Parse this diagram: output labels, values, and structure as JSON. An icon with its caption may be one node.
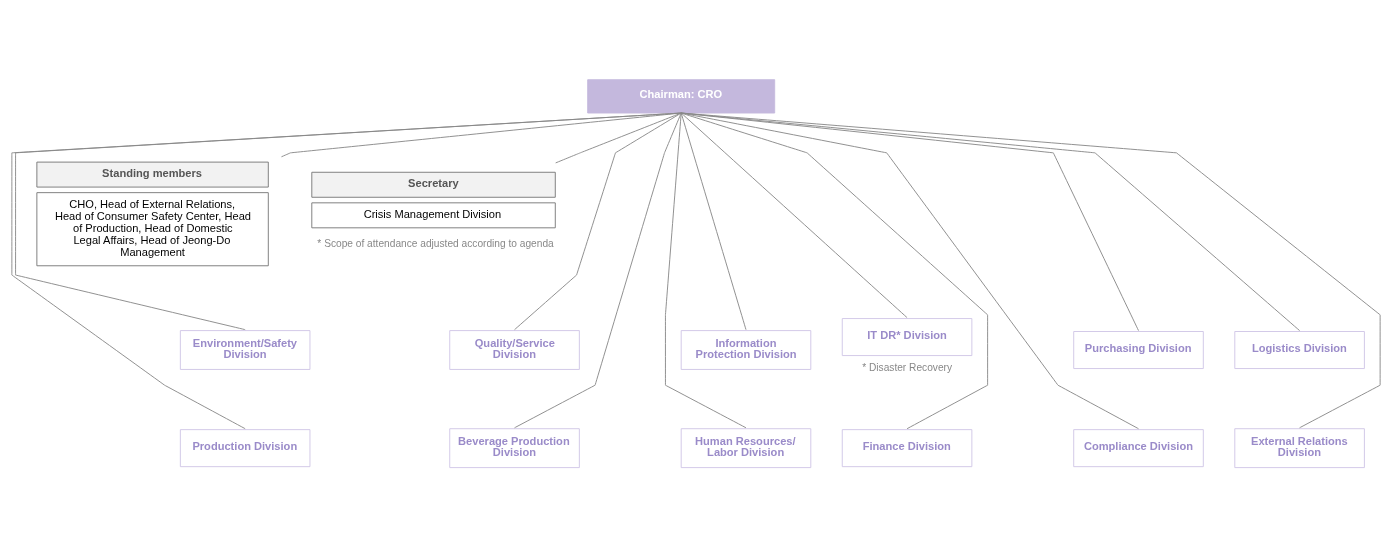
{
  "diagram": {
    "nodes": [
      {
        "text": [
          "Chairman: CRO"
        ]
      },
      {
        "text": [
          "Standing members",
          "CHO, Head of External Relations, Head of Consumer Safety Center, Head of Production, Head of Domestic Legal Affairs, Head of Jeong-Do Management"
        ]
      },
      {
        "text": [
          "Secretary",
          "Crisis Management Division"
        ],
        "beside": [
          "* Scope of attendance adjusted according to agenda"
        ]
      },
      {
        "text": [
          "Environment/Safety Division"
        ]
      },
      {
        "text": [
          "Quality/Service Division"
        ]
      },
      {
        "text": [
          "Information Protection Division"
        ]
      },
      {
        "text": [
          "IT DR* Division"
        ],
        "beside": [
          "* Disaster Recovery"
        ]
      },
      {
        "text": [
          "Purchasing Division"
        ]
      },
      {
        "text": [
          "Logistics Division"
        ]
      },
      {
        "text": [
          "Production Division"
        ]
      },
      {
        "text": [
          "Beverage Production Division"
        ]
      },
      {
        "text": [
          "Human Resources/ Labor Division"
        ]
      },
      {
        "text": [
          "Finance Division"
        ]
      },
      {
        "text": [
          "Compliance Division"
        ]
      },
      {
        "text": [
          "External Relations Division"
        ]
      }
    ],
    "edges": [
      {
        "from": 0,
        "to": 1,
        "arrow": "none"
      },
      {
        "from": 0,
        "to": 2,
        "arrow": "none"
      },
      {
        "from": 0,
        "to": 3,
        "arrow": "none"
      },
      {
        "from": 0,
        "to": 4,
        "arrow": "none"
      },
      {
        "from": 0,
        "to": 5,
        "arrow": "none"
      },
      {
        "from": 0,
        "to": 6,
        "arrow": "none"
      },
      {
        "from": 0,
        "to": 7,
        "arrow": "none"
      },
      {
        "from": 0,
        "to": 8,
        "arrow": "none"
      },
      {
        "from": 0,
        "to": 9,
        "arrow": "none"
      },
      {
        "from": 0,
        "to": 10,
        "arrow": "none"
      },
      {
        "from": 0,
        "to": 11,
        "arrow": "none"
      },
      {
        "from": 0,
        "to": 12,
        "arrow": "none"
      },
      {
        "from": 0,
        "to": 13,
        "arrow": "none"
      },
      {
        "from": 0,
        "to": 14,
        "arrow": "none"
      }
    ]
  }
}
